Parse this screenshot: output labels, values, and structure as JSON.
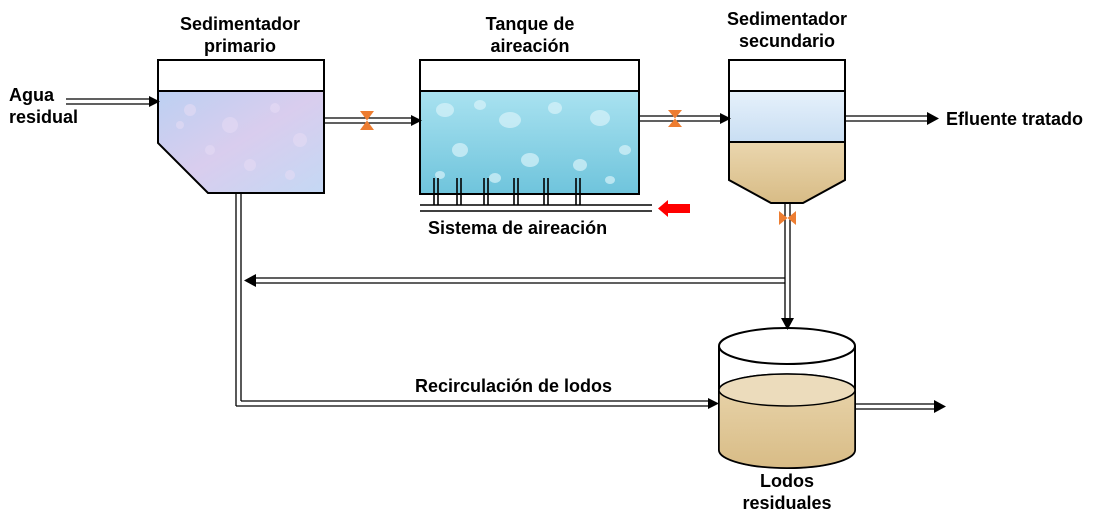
{
  "labels": {
    "primary_clarifier": [
      "Sedimentador",
      "primario"
    ],
    "aeration_tank": [
      "Tanque de",
      "aireación"
    ],
    "secondary_clarifier": [
      "Sedimentador",
      "secundario"
    ],
    "influent": [
      "Agua",
      "residual"
    ],
    "effluent": "Efluente tratado",
    "aeration_system": "Sistema de aireación",
    "recirculation": "Recirculación de lodos",
    "waste_sludge": [
      "Lodos",
      "residuales"
    ]
  },
  "colors": {
    "outline": "#000000",
    "valve": "#ED7D31",
    "air_arrow": "#FF0000",
    "primary_fill": "#C9D3F2",
    "aeration_fill": "#8FD3E6",
    "secondary_water_fill": "#D6E8F7",
    "sludge_fill": "#E2C99A"
  }
}
